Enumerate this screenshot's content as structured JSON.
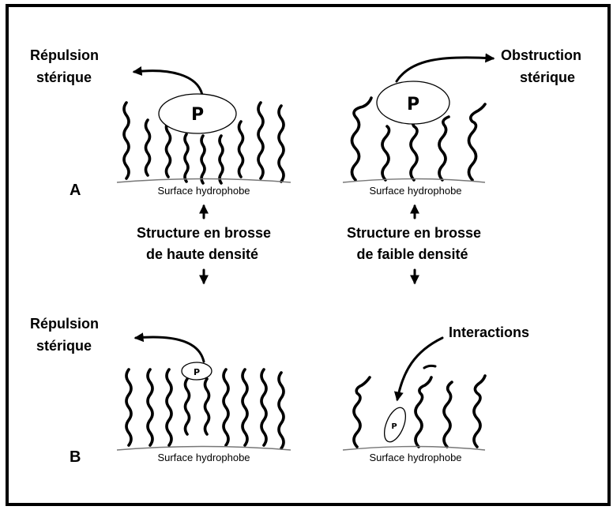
{
  "panel_a": {
    "label": "A",
    "left": {
      "effect_line1": "Répulsion",
      "effect_line2": "stérique",
      "protein": "P",
      "surface": "Surface hydrophobe",
      "structure_line1": "Structure en brosse",
      "structure_line2": "de haute densité"
    },
    "right": {
      "effect_line1": "Obstruction",
      "effect_line2": "stérique",
      "protein": "P",
      "surface": "Surface hydrophobe",
      "structure_line1": "Structure en brosse",
      "structure_line2": "de faible densité"
    }
  },
  "panel_b": {
    "label": "B",
    "left": {
      "effect_line1": "Répulsion",
      "effect_line2": "stérique",
      "protein": "P",
      "surface": "Surface hydrophobe"
    },
    "right": {
      "effect": "Interactions",
      "protein": "P",
      "surface": "Surface hydrophobe"
    }
  }
}
